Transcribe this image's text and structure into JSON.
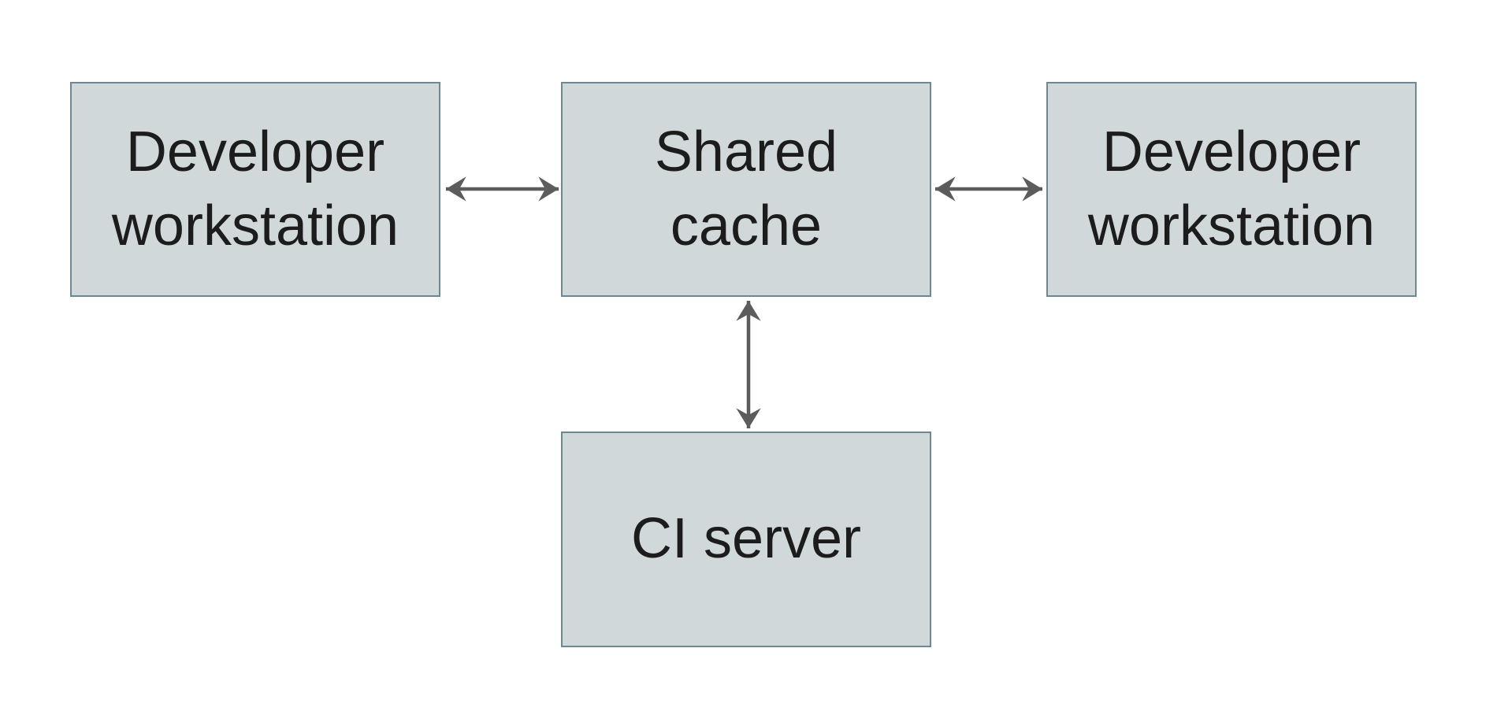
{
  "diagram": {
    "type": "architecture-diagram",
    "nodes": [
      {
        "id": "developer-workstation-left",
        "label": "Developer\nworkstation"
      },
      {
        "id": "shared-cache",
        "label": "Shared\ncache"
      },
      {
        "id": "developer-workstation-right",
        "label": "Developer\nworkstation"
      },
      {
        "id": "ci-server",
        "label": "CI server"
      }
    ],
    "edges": [
      {
        "id": "edge-devleft-cache",
        "from": "developer-workstation-left",
        "to": "shared-cache",
        "direction": "bidirectional"
      },
      {
        "id": "edge-cache-devright",
        "from": "shared-cache",
        "to": "developer-workstation-right",
        "direction": "bidirectional"
      },
      {
        "id": "edge-cache-ciserver",
        "from": "shared-cache",
        "to": "ci-server",
        "direction": "bidirectional"
      }
    ],
    "colors": {
      "node_fill": "#d1d8da",
      "node_border": "#6d8893",
      "arrow": "#5c5c5c",
      "text": "#1c1c1c",
      "background": "#ffffff"
    }
  }
}
